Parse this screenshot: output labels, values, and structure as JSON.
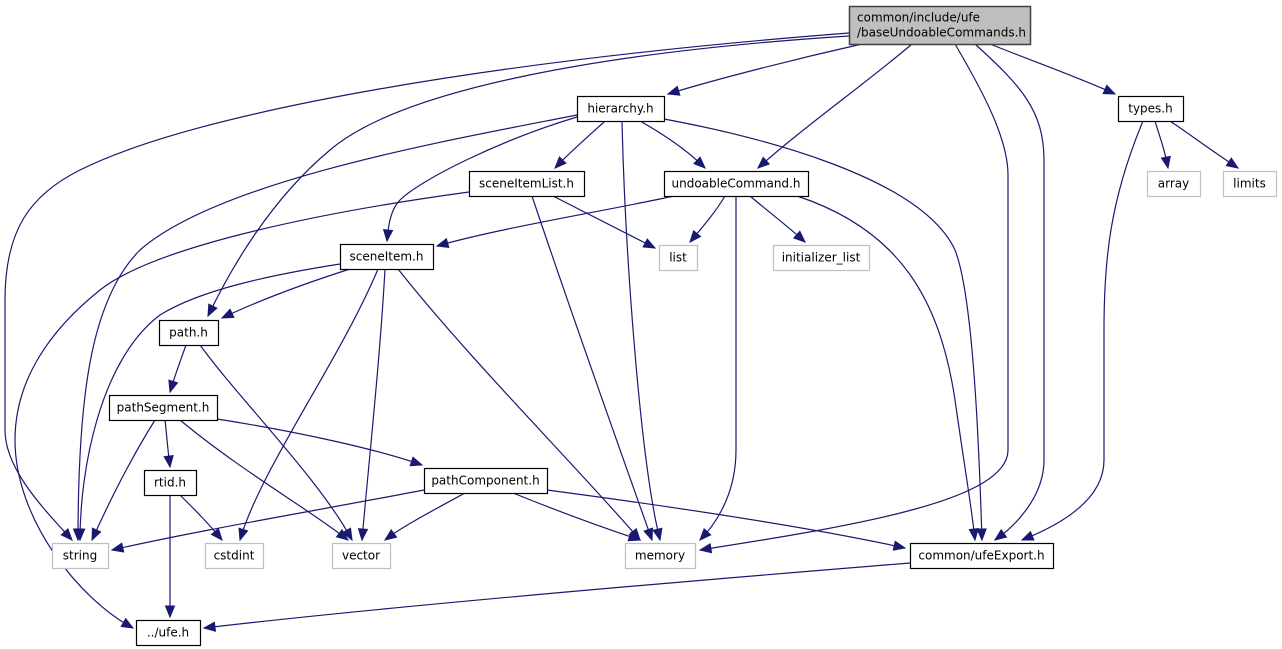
{
  "graph": {
    "title": "Include dependency graph for baseUndoableCommands.h",
    "colors": {
      "edge": "#191970",
      "root_fill": "#bfbfbf",
      "documented_border": "#000000",
      "external_border": "#bfbfbf"
    },
    "nodes": [
      {
        "id": "root",
        "lines": [
          "common/include/ufe",
          "/baseUndoableCommands.h"
        ],
        "kind": "root"
      },
      {
        "id": "hierarchy",
        "lines": [
          "hierarchy.h"
        ],
        "kind": "documented"
      },
      {
        "id": "types",
        "lines": [
          "types.h"
        ],
        "kind": "documented"
      },
      {
        "id": "sceneItemList",
        "lines": [
          "sceneItemList.h"
        ],
        "kind": "documented"
      },
      {
        "id": "undoableCommand",
        "lines": [
          "undoableCommand.h"
        ],
        "kind": "documented"
      },
      {
        "id": "array",
        "lines": [
          "array"
        ],
        "kind": "external"
      },
      {
        "id": "limits",
        "lines": [
          "limits"
        ],
        "kind": "external"
      },
      {
        "id": "sceneItem",
        "lines": [
          "sceneItem.h"
        ],
        "kind": "documented"
      },
      {
        "id": "list",
        "lines": [
          "list"
        ],
        "kind": "external"
      },
      {
        "id": "initializer_list",
        "lines": [
          "initializer_list"
        ],
        "kind": "external"
      },
      {
        "id": "path",
        "lines": [
          "path.h"
        ],
        "kind": "documented"
      },
      {
        "id": "pathSegment",
        "lines": [
          "pathSegment.h"
        ],
        "kind": "documented"
      },
      {
        "id": "rtid",
        "lines": [
          "rtid.h"
        ],
        "kind": "documented"
      },
      {
        "id": "pathComponent",
        "lines": [
          "pathComponent.h"
        ],
        "kind": "documented"
      },
      {
        "id": "string",
        "lines": [
          "string"
        ],
        "kind": "external"
      },
      {
        "id": "cstdint",
        "lines": [
          "cstdint"
        ],
        "kind": "external"
      },
      {
        "id": "vector",
        "lines": [
          "vector"
        ],
        "kind": "external"
      },
      {
        "id": "memory",
        "lines": [
          "memory"
        ],
        "kind": "external"
      },
      {
        "id": "ufeExport",
        "lines": [
          "common/ufeExport.h"
        ],
        "kind": "documented"
      },
      {
        "id": "ufe",
        "lines": [
          "../ufe.h"
        ],
        "kind": "documented"
      }
    ],
    "edges": [
      {
        "from": "root",
        "to": "hierarchy"
      },
      {
        "from": "root",
        "to": "path"
      },
      {
        "from": "root",
        "to": "undoableCommand"
      },
      {
        "from": "root",
        "to": "memory"
      },
      {
        "from": "root",
        "to": "ufeExport"
      },
      {
        "from": "root",
        "to": "types"
      },
      {
        "from": "root",
        "to": "string"
      },
      {
        "from": "hierarchy",
        "to": "sceneItemList"
      },
      {
        "from": "hierarchy",
        "to": "undoableCommand"
      },
      {
        "from": "hierarchy",
        "to": "sceneItem"
      },
      {
        "from": "hierarchy",
        "to": "memory"
      },
      {
        "from": "hierarchy",
        "to": "ufeExport"
      },
      {
        "from": "hierarchy",
        "to": "string"
      },
      {
        "from": "types",
        "to": "array"
      },
      {
        "from": "types",
        "to": "limits"
      },
      {
        "from": "types",
        "to": "ufeExport"
      },
      {
        "from": "sceneItemList",
        "to": "list"
      },
      {
        "from": "sceneItemList",
        "to": "memory"
      },
      {
        "from": "sceneItemList",
        "to": "ufe"
      },
      {
        "from": "undoableCommand",
        "to": "sceneItem"
      },
      {
        "from": "undoableCommand",
        "to": "list"
      },
      {
        "from": "undoableCommand",
        "to": "initializer_list"
      },
      {
        "from": "undoableCommand",
        "to": "memory"
      },
      {
        "from": "undoableCommand",
        "to": "ufeExport"
      },
      {
        "from": "sceneItem",
        "to": "path"
      },
      {
        "from": "sceneItem",
        "to": "string"
      },
      {
        "from": "sceneItem",
        "to": "cstdint"
      },
      {
        "from": "sceneItem",
        "to": "vector"
      },
      {
        "from": "sceneItem",
        "to": "memory"
      },
      {
        "from": "path",
        "to": "pathSegment"
      },
      {
        "from": "path",
        "to": "vector"
      },
      {
        "from": "pathSegment",
        "to": "rtid"
      },
      {
        "from": "pathSegment",
        "to": "string"
      },
      {
        "from": "pathSegment",
        "to": "vector"
      },
      {
        "from": "pathSegment",
        "to": "pathComponent"
      },
      {
        "from": "rtid",
        "to": "cstdint"
      },
      {
        "from": "rtid",
        "to": "ufe"
      },
      {
        "from": "pathComponent",
        "to": "string"
      },
      {
        "from": "pathComponent",
        "to": "vector"
      },
      {
        "from": "pathComponent",
        "to": "memory"
      },
      {
        "from": "pathComponent",
        "to": "ufeExport"
      },
      {
        "from": "ufeExport",
        "to": "ufe"
      }
    ]
  }
}
